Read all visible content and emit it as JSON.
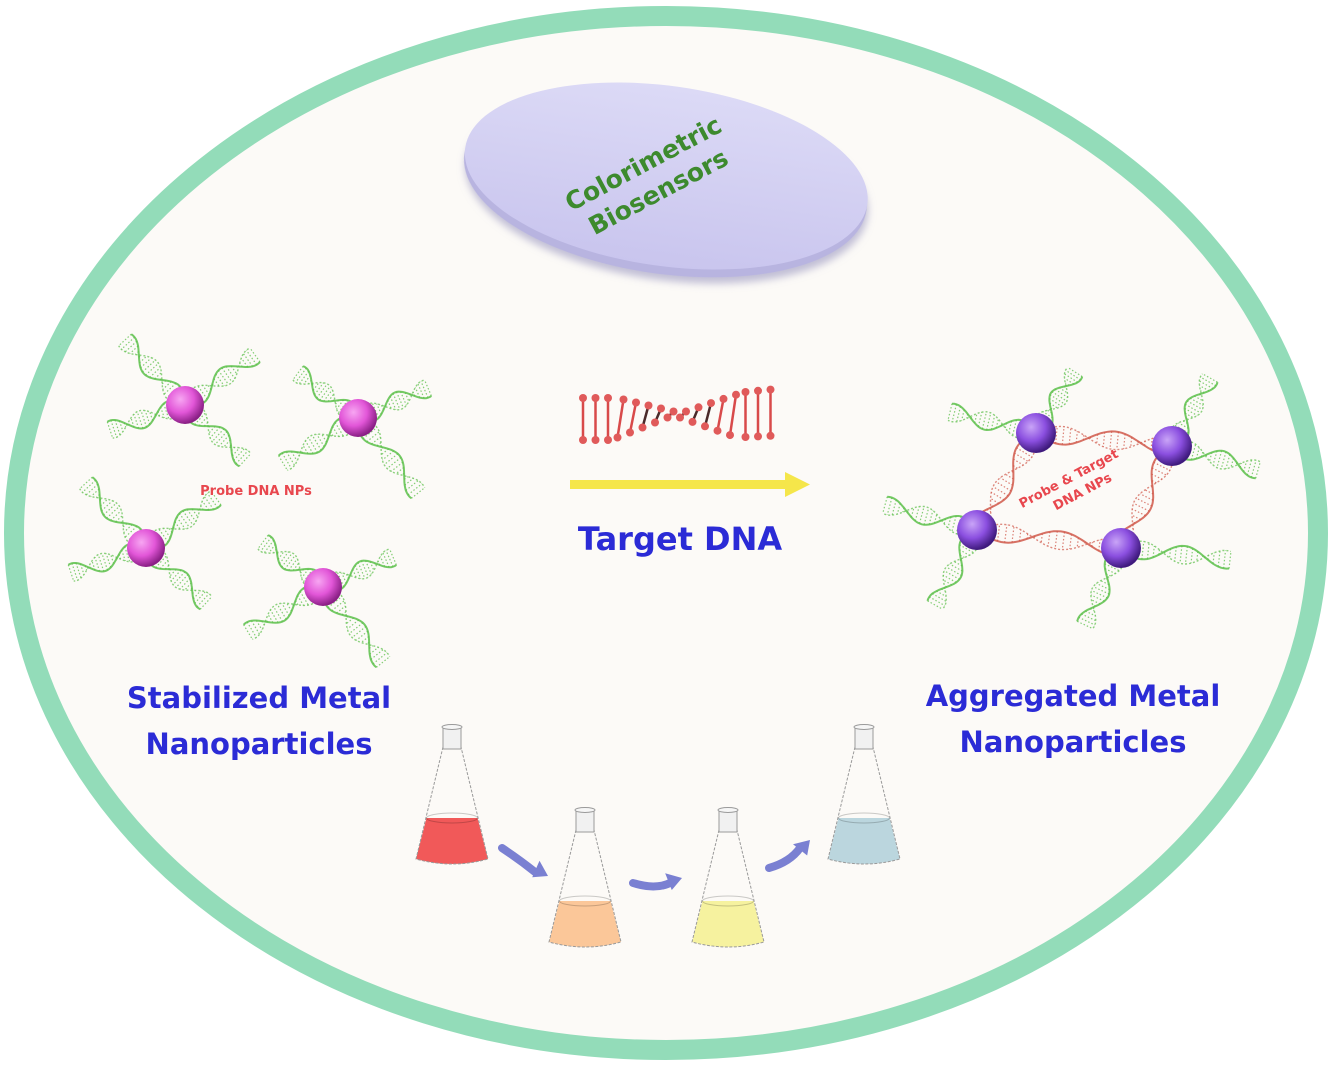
{
  "title": {
    "line1": "Colorimetric",
    "line2": "Biosensors",
    "text_color": "#3d8a2e",
    "disc_color": "#d3d0f2"
  },
  "left_panel": {
    "caption_line1": "Stabilized Metal",
    "caption_line2": "Nanoparticles",
    "probe_label": "Probe DNA NPs",
    "particle_color": "#e256d8",
    "particle_count": 4
  },
  "center_panel": {
    "target_label": "Target DNA",
    "arrow_color": "#f5e64a",
    "target_strand_color": "#d84a4a"
  },
  "right_panel": {
    "caption_line1": "Aggregated Metal",
    "caption_line2": "Nanoparticles",
    "complex_label_line1": "Probe & Target",
    "complex_label_line2": "DNA NPs",
    "particle_color": "#8b4fe0",
    "particle_count": 4
  },
  "color_change": {
    "flasks": [
      {
        "name": "red",
        "liquid_color": "#f05050"
      },
      {
        "name": "orange",
        "liquid_color": "#fbc493"
      },
      {
        "name": "yellow",
        "liquid_color": "#f6f19a"
      },
      {
        "name": "blue",
        "liquid_color": "#b7d4dc"
      }
    ],
    "arrow_color": "#8a8fd8"
  },
  "frame": {
    "border_color": "#93dcb9",
    "fill_color": "#fcfaf7",
    "caption_color": "#2b2bd6"
  }
}
